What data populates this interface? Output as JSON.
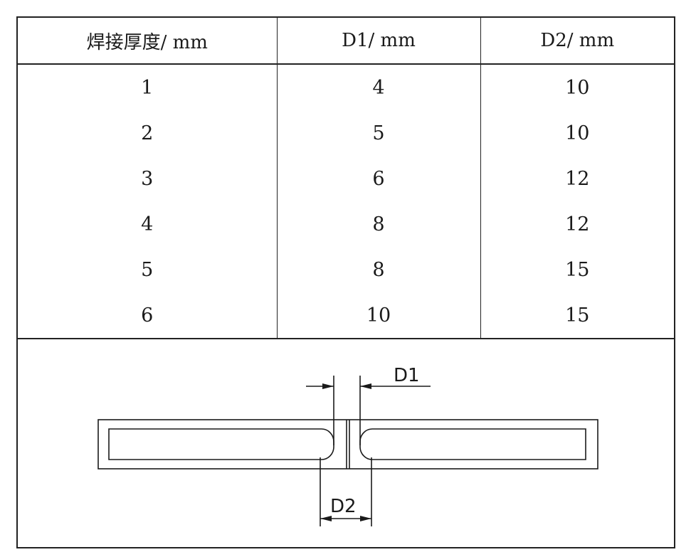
{
  "table": {
    "headers": [
      "焊接厚度/ mm",
      "D1/ mm",
      "D2/ mm"
    ],
    "rows": [
      [
        "1",
        "4",
        "10"
      ],
      [
        "2",
        "5",
        "10"
      ],
      [
        "3",
        "6",
        "12"
      ],
      [
        "4",
        "8",
        "12"
      ],
      [
        "5",
        "8",
        "15"
      ],
      [
        "6",
        "10",
        "15"
      ]
    ]
  },
  "diagram": {
    "label_d1": "D1",
    "label_d2": "D2"
  }
}
